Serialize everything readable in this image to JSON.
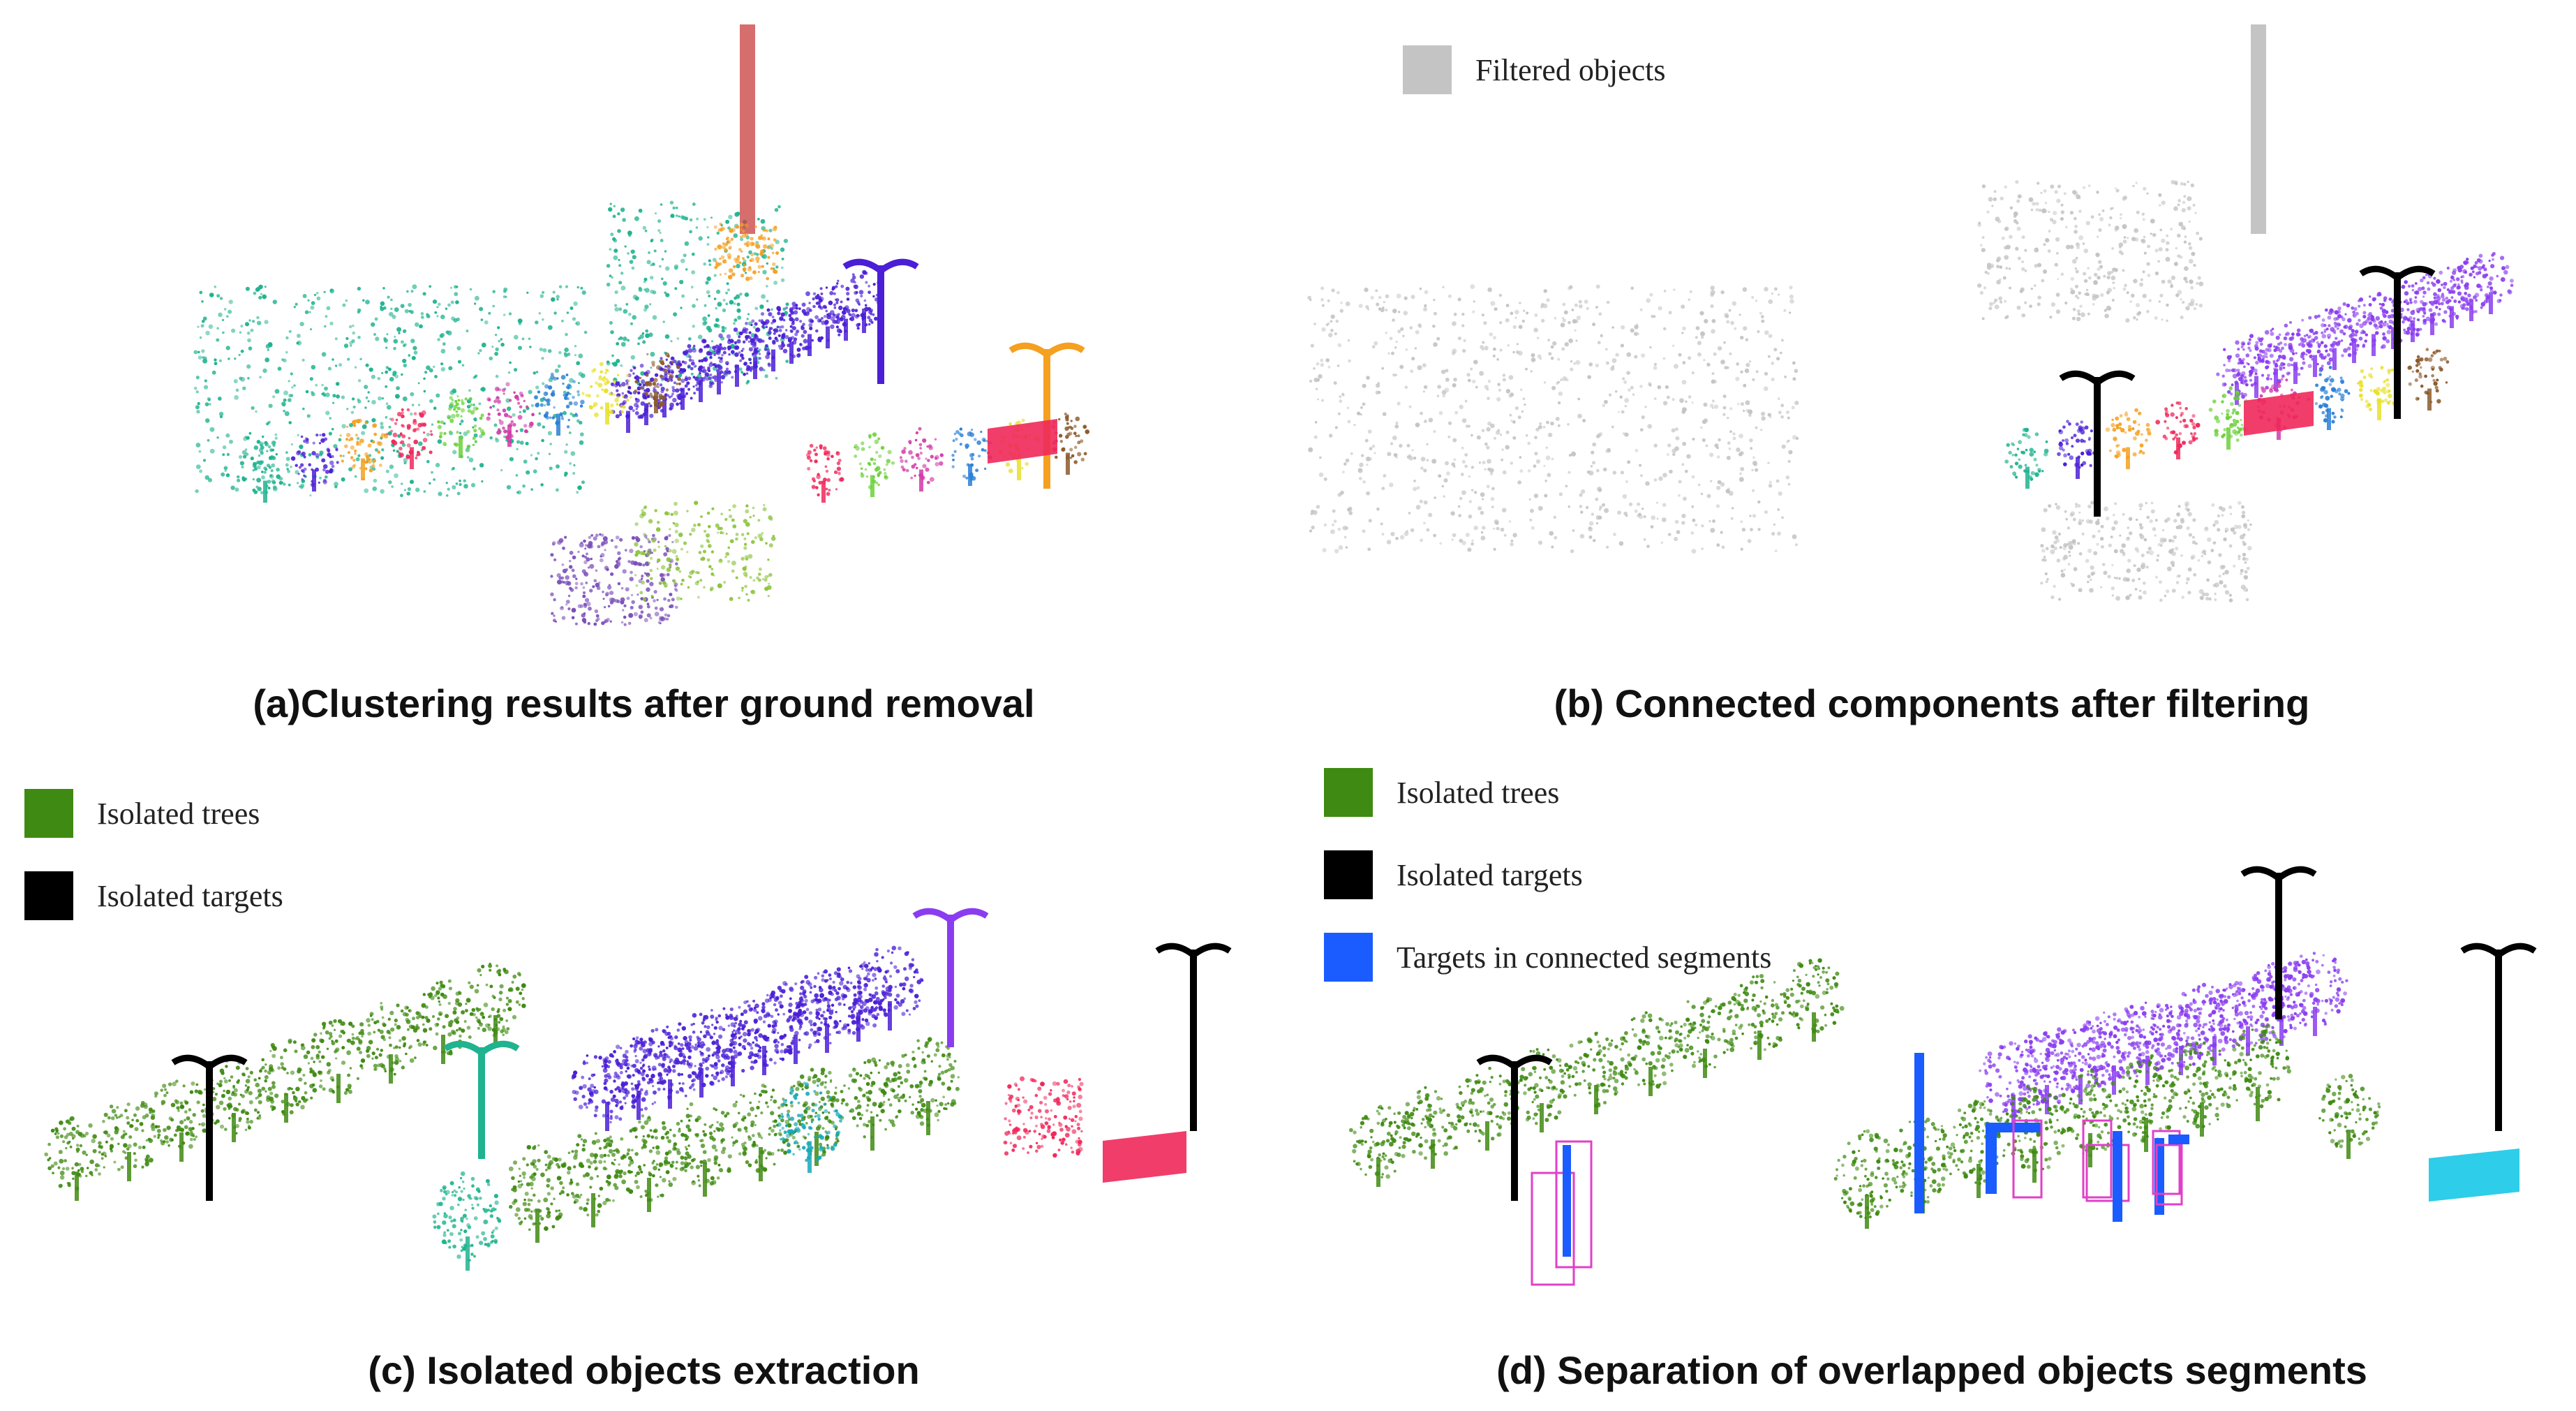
{
  "panels": [
    {
      "id": "a",
      "caption": "(a)Clustering results after ground removal",
      "legend": []
    },
    {
      "id": "b",
      "caption": "(b) Connected components after filtering",
      "legend": [
        {
          "label": "Filtered objects",
          "color": "#c4c4c4"
        }
      ]
    },
    {
      "id": "c",
      "caption": "(c) Isolated objects extraction",
      "legend": [
        {
          "label": "Isolated trees",
          "color": "#3f8a12"
        },
        {
          "label": "Isolated targets",
          "color": "#000000"
        }
      ]
    },
    {
      "id": "d",
      "caption": "(d) Separation of overlapped objects segments",
      "legend": [
        {
          "label": "Isolated trees",
          "color": "#3f8a12"
        },
        {
          "label": "Isolated targets",
          "color": "#000000"
        },
        {
          "label": "Targets in connected segments",
          "color": "#1a5cff"
        }
      ]
    }
  ],
  "colors": {
    "tree_green": "#3f8a12",
    "purple_row": "#4a1fd6",
    "light_purple": "#8a3df0",
    "pink": "#f0285a",
    "cyan": "#17c8e8",
    "blue": "#1a5cff",
    "magenta_box": "#e040c8",
    "filtered_gray": "#c4c4c4",
    "teal": "#1fb38f",
    "orange": "#f5a020"
  }
}
